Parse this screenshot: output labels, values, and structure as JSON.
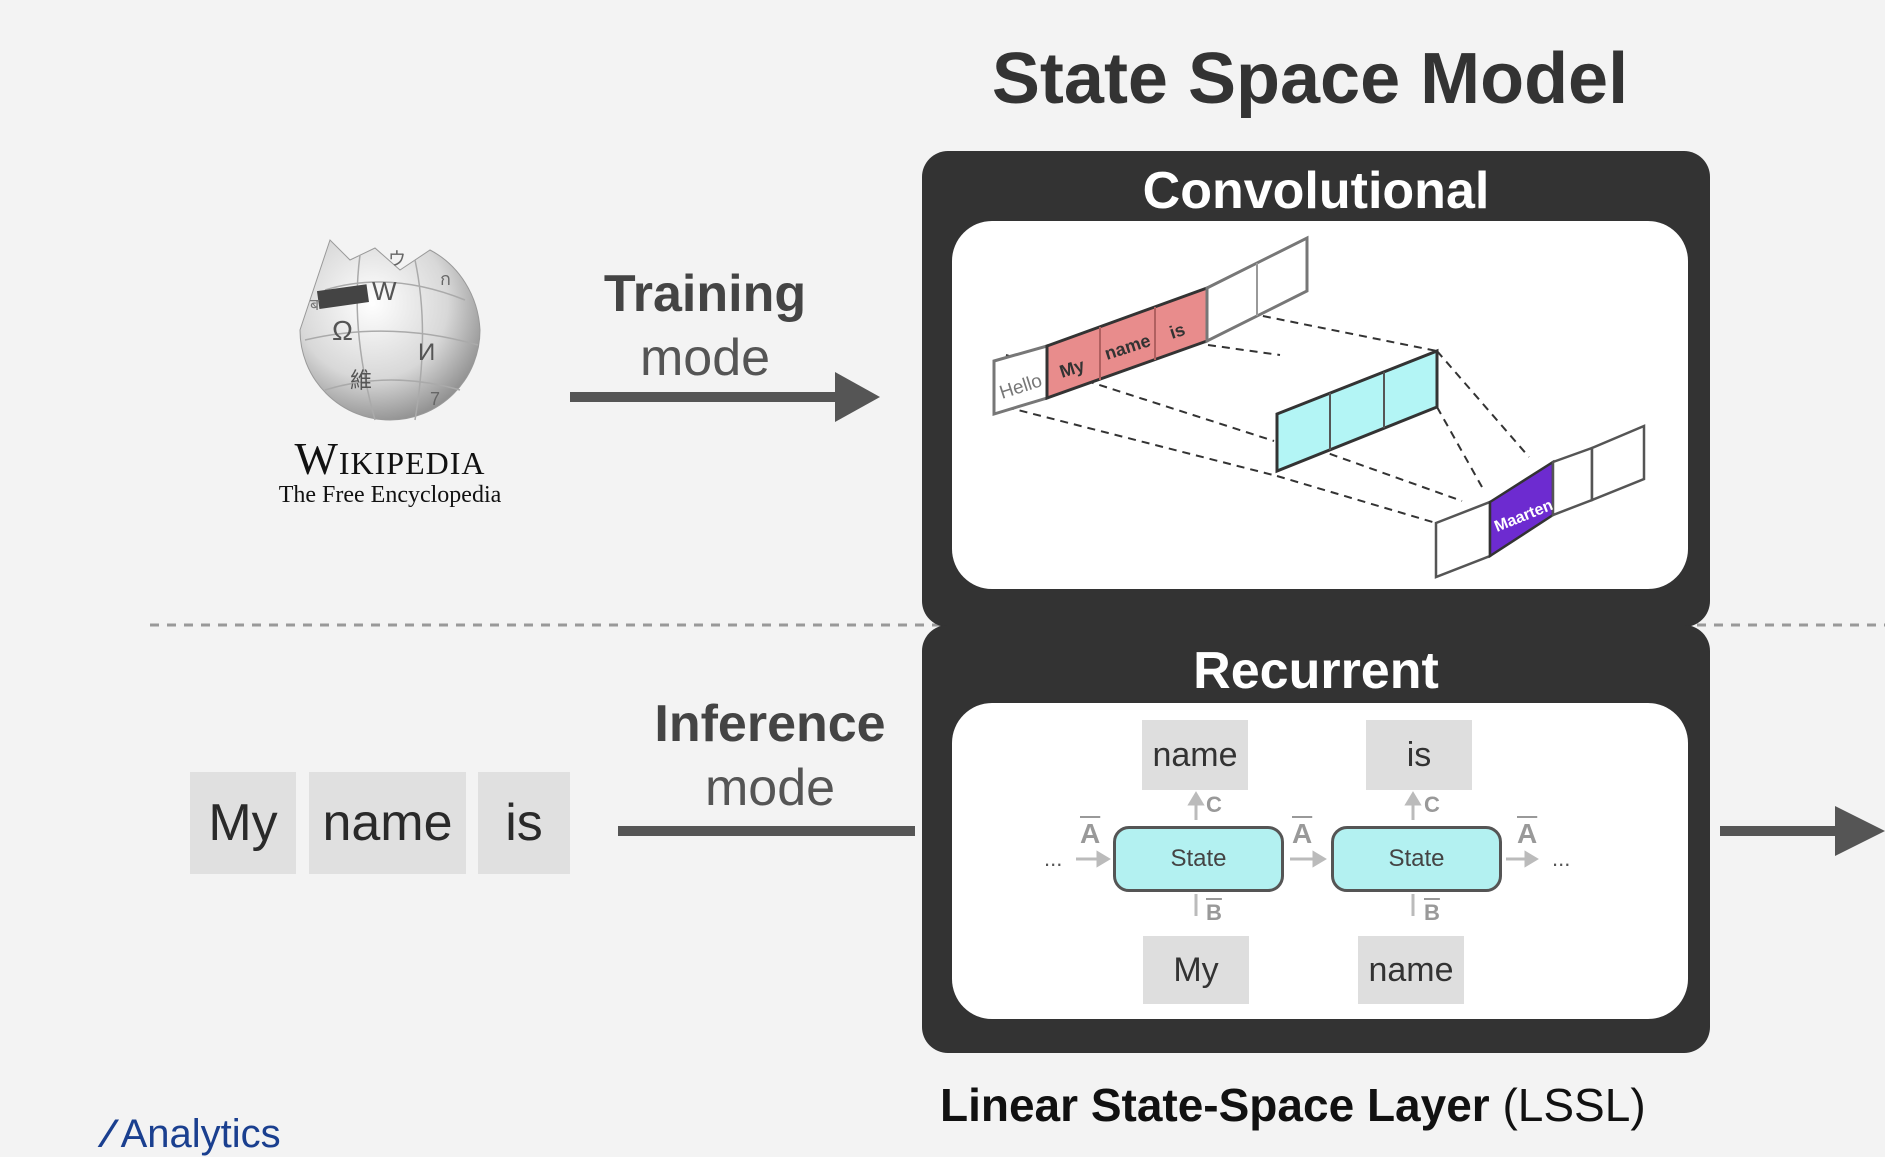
{
  "title": "State Space Model",
  "wikipedia": {
    "name": "Wikipedia",
    "tagline": "The Free Encyclopedia",
    "globe_glyphs": [
      "Ω",
      "W",
      "И",
      "維",
      "ウ",
      "ก",
      "7",
      "ब"
    ]
  },
  "training": {
    "bold": "Training",
    "rest": "mode"
  },
  "inference": {
    "bold": "Inference",
    "rest": "mode"
  },
  "input_tokens": [
    "My",
    "name",
    "is"
  ],
  "convolutional": {
    "title": "Convolutional",
    "input_cells": [
      "Hello",
      "My",
      "name",
      "is"
    ],
    "output_cell": "Maarten"
  },
  "recurrent": {
    "title": "Recurrent",
    "outputs": [
      "name",
      "is"
    ],
    "inputs": [
      "My",
      "name"
    ],
    "state_label": "State",
    "param_a": "A",
    "param_b": "B",
    "param_c": "C",
    "ellipsis": "..."
  },
  "footer": {
    "bold": "Linear State-Space Layer",
    "rest": "(LSSL)"
  },
  "brand": "Analytics",
  "colors": {
    "panel": "#333333",
    "kernel_red": "#e88c8c",
    "kernel_cyan": "#b3f5f5",
    "output_purple": "#6d2bd0",
    "state_fill": "#b3f1f1"
  }
}
